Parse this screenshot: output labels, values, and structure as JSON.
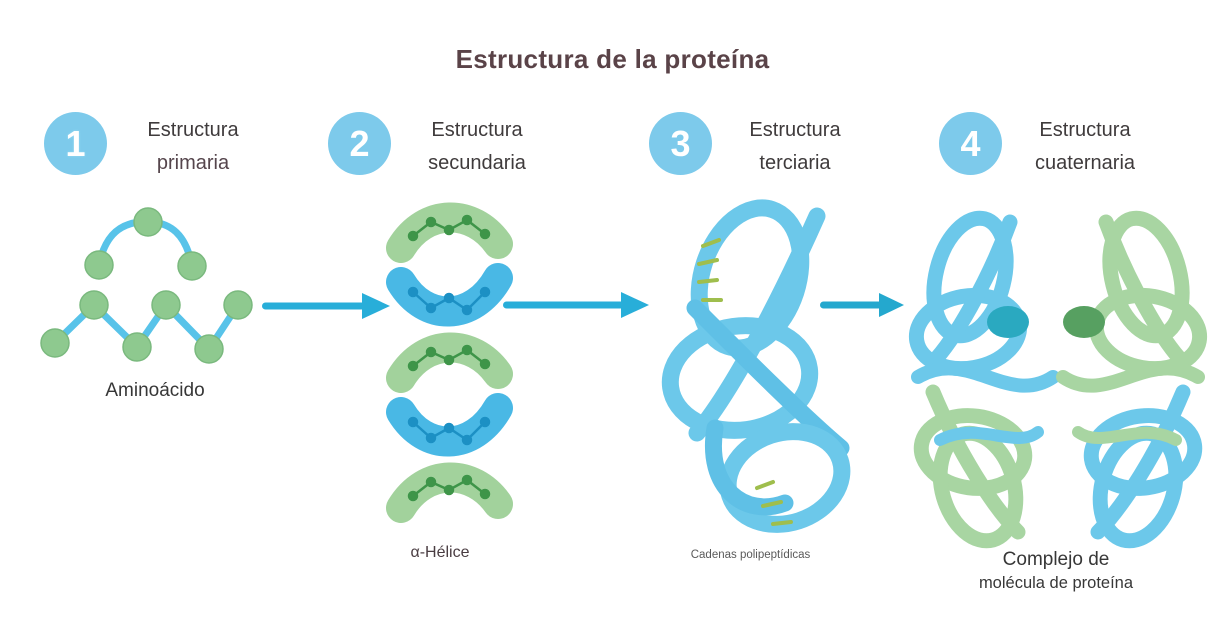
{
  "title": "Estructura de la proteína",
  "steps": [
    {
      "number": "1",
      "title_line1": "Estructura",
      "title_line2": "primaria",
      "caption": "Aminoácido"
    },
    {
      "number": "2",
      "title_line1": "Estructura",
      "title_line2": "secundaria",
      "caption": "α-Hélice"
    },
    {
      "number": "3",
      "title_line1": "Estructura",
      "title_line2": "terciaria",
      "caption": "Cadenas polipeptídicas"
    },
    {
      "number": "4",
      "title_line1": "Estructura",
      "title_line2": "cuaternaria",
      "caption": "Complejo de",
      "caption2": "molécula de proteína"
    }
  ],
  "icons": {
    "arrow_1": "arrow-right-icon",
    "arrow_2": "arrow-right-icon",
    "arrow_3": "arrow-right-icon",
    "figure_1": "amino-acid-bead-chain",
    "figure_2": "alpha-helix-ribbon",
    "figure_3": "folded-polypeptide-tangle",
    "figure_4": "protein-complex-tangle"
  },
  "colors": {
    "background": "#ffffff",
    "title_text": "#5a4348",
    "step_label_text": "#3f3b3c",
    "caption_muted": "#5a5a5a",
    "step_circle": "#7dcaeb",
    "arrow": "#28aed9",
    "bead_green": "#8ec98f",
    "chain_blue": "#58c3e9",
    "helix_band_green": "#a2d29c",
    "helix_band_blue": "#49b8e5",
    "helix_dot_green": "#3e9549",
    "helix_dot_blue": "#1c90c4",
    "ribbon_blue": "#6cc8ea",
    "ribbon_green": "#a8d5a2",
    "dash_olive": "#9fbe4d",
    "blob_teal": "#2aa9c0",
    "blob_green": "#57a061"
  }
}
